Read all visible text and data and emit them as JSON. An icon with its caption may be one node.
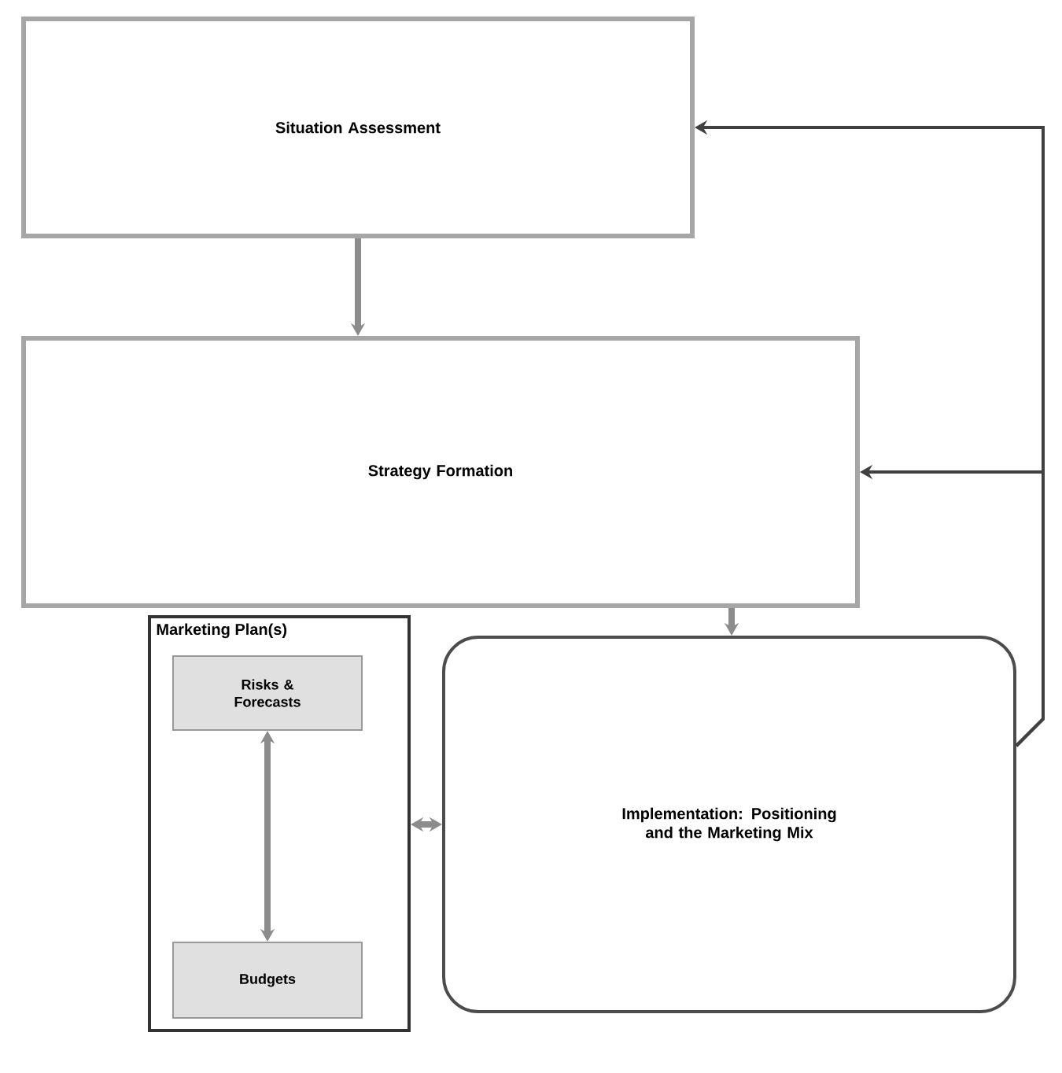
{
  "diagram": {
    "nodes": [
      {
        "text": [
          "Situation Assessment"
        ]
      },
      {
        "text": [
          "Strategy Formation"
        ]
      },
      {
        "text": [
          "Marketing Plan(s)"
        ]
      },
      {
        "text": [
          "Risks & Forecasts"
        ],
        "in": 2
      },
      {
        "text": [
          "Budgets"
        ],
        "in": 2
      },
      {
        "text": [
          "Implementation: Positioning and the Marketing Mix"
        ]
      }
    ],
    "edges": [
      {
        "from": 0,
        "to": 1,
        "arrow": "to"
      },
      {
        "from": 1,
        "to": 5,
        "arrow": "to"
      },
      {
        "from": 3,
        "to": 4,
        "arrow": "both"
      },
      {
        "from": 2,
        "to": 5,
        "arrow": "both"
      },
      {
        "from": 5,
        "to": 0,
        "arrow": "to",
        "color": "#404040"
      },
      {
        "from": 5,
        "to": 1,
        "arrow": "to",
        "color": "#404040"
      }
    ]
  }
}
